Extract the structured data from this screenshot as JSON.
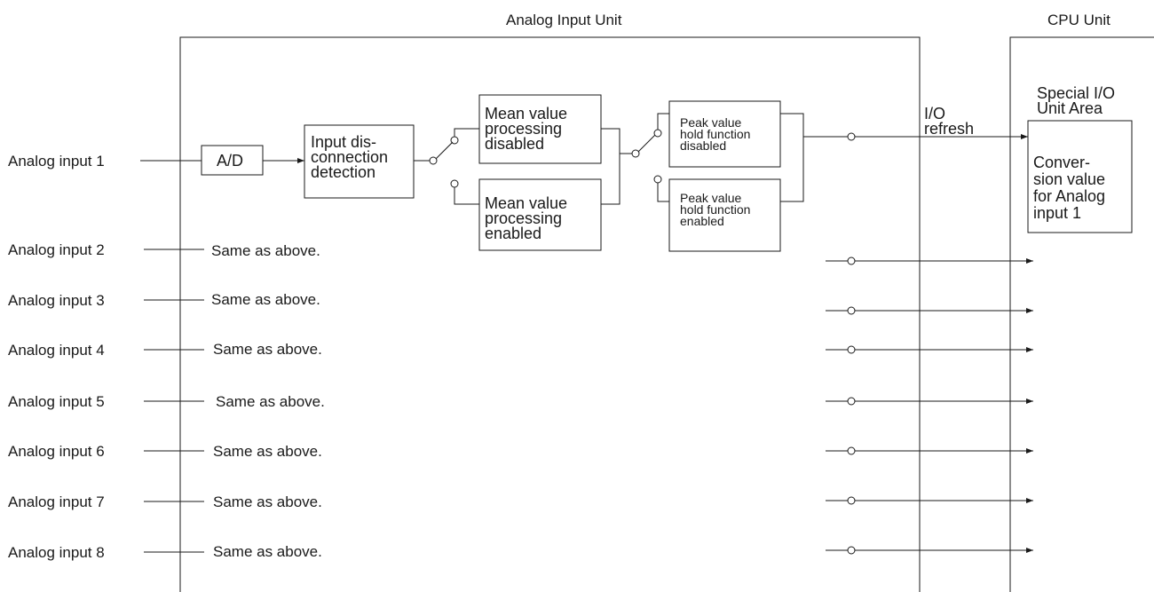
{
  "units": {
    "analog_input_unit": "Analog Input Unit",
    "cpu_unit": "CPU Unit"
  },
  "blocks": {
    "ad": "A/D",
    "input_disconnection": "Input dis-\nconnection\ndetection",
    "mean_disabled": "Mean value\nprocessing\ndisabled",
    "mean_enabled": "Mean value\nprocessing\nenabled",
    "peak_disabled": "Peak value\nhold function\ndisabled",
    "peak_enabled": "Peak value\nhold function\nenabled",
    "conversion_value": "Conver-\nsion value\nfor Analog\ninput 1"
  },
  "io_refresh": "I/O\nrefresh",
  "special_io_area": "Special I/O\nUnit Area",
  "inputs": [
    {
      "label": "Analog input 1",
      "note": ""
    },
    {
      "label": "Analog input 2",
      "note": "Same as above."
    },
    {
      "label": "Analog input 3",
      "note": "Same as above."
    },
    {
      "label": "Analog input 4",
      "note": "Same as above."
    },
    {
      "label": "Analog input 5",
      "note": "Same as above."
    },
    {
      "label": "Analog input 6",
      "note": "Same as above."
    },
    {
      "label": "Analog input 7",
      "note": "Same as above."
    },
    {
      "label": "Analog input 8",
      "note": "Same as above."
    }
  ]
}
